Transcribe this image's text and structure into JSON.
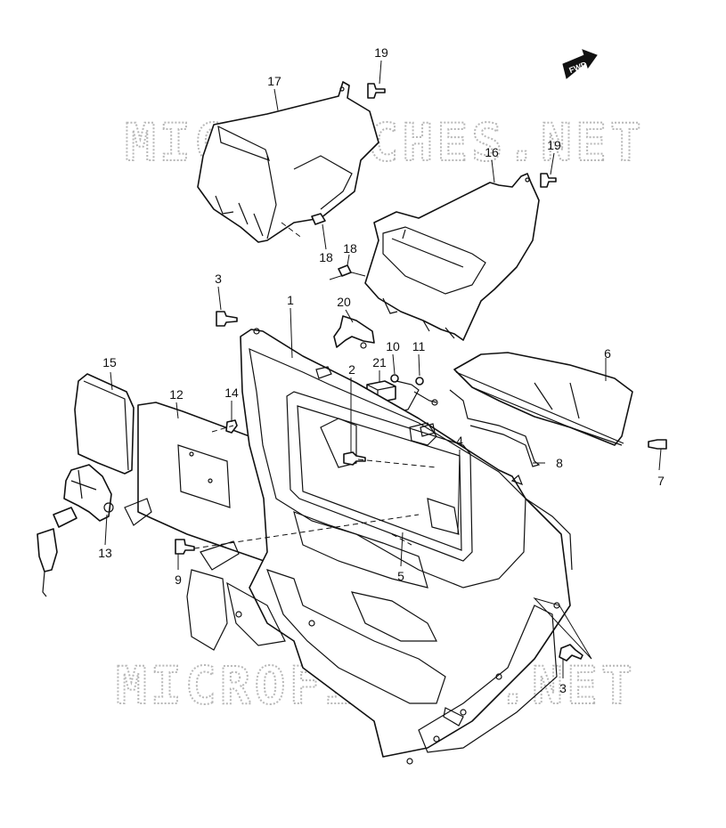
{
  "watermarks": [
    "MICROFICHES.NET",
    "MICROFICHES.NET"
  ],
  "direction_badge": "FWD",
  "callouts": {
    "c1": "1",
    "c2": "2",
    "c3a": "3",
    "c3b": "3",
    "c4": "4",
    "c5": "5",
    "c6": "6",
    "c7": "7",
    "c8": "8",
    "c9": "9",
    "c10": "10",
    "c11": "11",
    "c12": "12",
    "c13": "13",
    "c14": "14",
    "c15": "15",
    "c16": "16",
    "c17": "17",
    "c18a": "18",
    "c18b": "18",
    "c19a": "19",
    "c19b": "19",
    "c20": "20",
    "c21": "21"
  }
}
